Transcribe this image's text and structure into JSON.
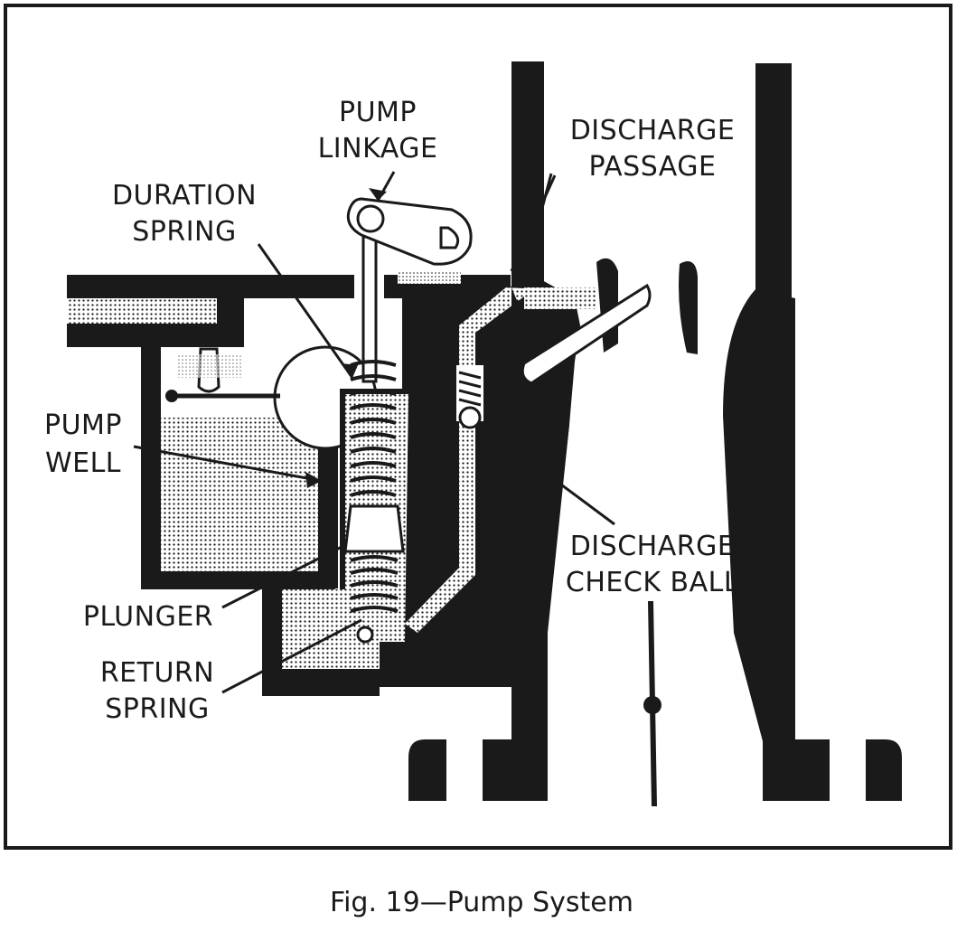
{
  "figure": {
    "caption": "Fig. 19—Pump System"
  },
  "labels": {
    "pump_linkage": [
      "PUMP",
      "LINKAGE"
    ],
    "duration_spring": [
      "DURATION",
      "SPRING"
    ],
    "pump_well": [
      "PUMP",
      "WELL"
    ],
    "plunger": "PLUNGER",
    "return_spring": [
      "RETURN",
      "SPRING"
    ],
    "discharge_passage": [
      "DISCHARGE",
      "PASSAGE"
    ],
    "discharge_check_ball": [
      "DISCHARGE",
      "CHECK BALL"
    ]
  },
  "colors": {
    "ink": "#1a1a1a",
    "paper": "#ffffff"
  }
}
